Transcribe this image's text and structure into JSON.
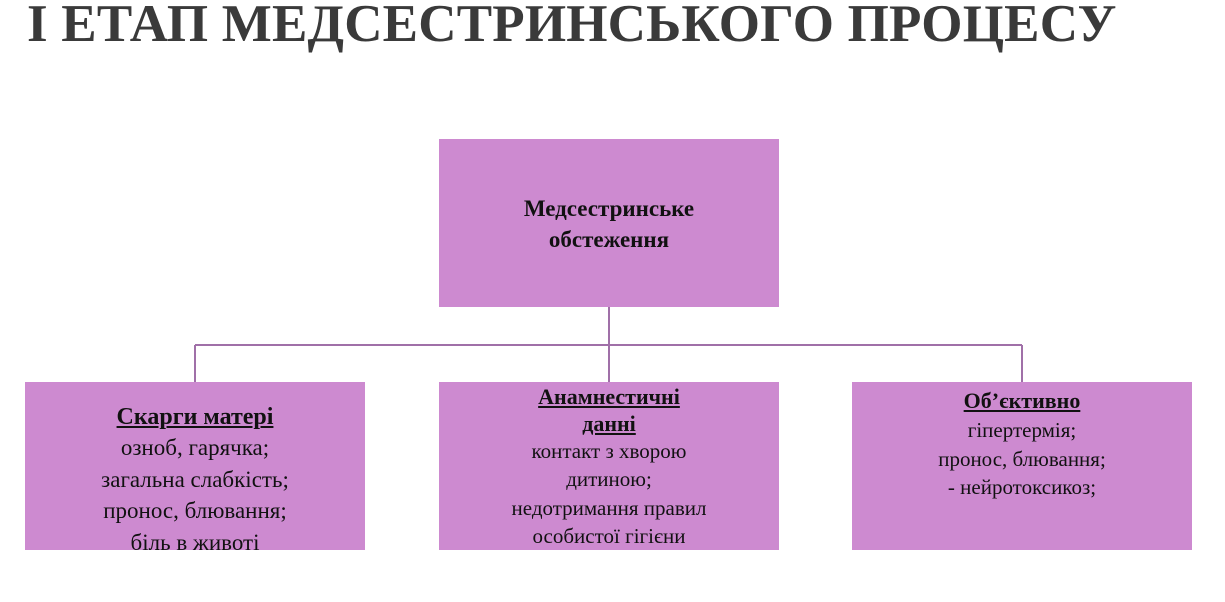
{
  "title": "І ЕТАП МЕДСЕСТРИНСЬКОГО ПРОЦЕСУ",
  "colors": {
    "box": "#cd8ad0",
    "connector": "#a070a8",
    "title": "#3a3a3a"
  },
  "root": {
    "label_line1": "Медсестринське",
    "label_line2": "обстеження"
  },
  "children": [
    {
      "heading": "Скарги матері",
      "lines": [
        "озноб, гарячка;",
        "загальна слабкість;",
        "пронос, блювання;",
        "біль в животі"
      ]
    },
    {
      "heading_line1": "Анамнестичні",
      "heading_line2": "данні",
      "lines": [
        "контакт з хворою",
        "дитиною;",
        "недотримання правил",
        "особистої гігієни"
      ]
    },
    {
      "heading": "Об’єктивно",
      "lines": [
        "гіпертермія;",
        "пронос, блювання;",
        "- нейротоксикоз;"
      ]
    }
  ]
}
